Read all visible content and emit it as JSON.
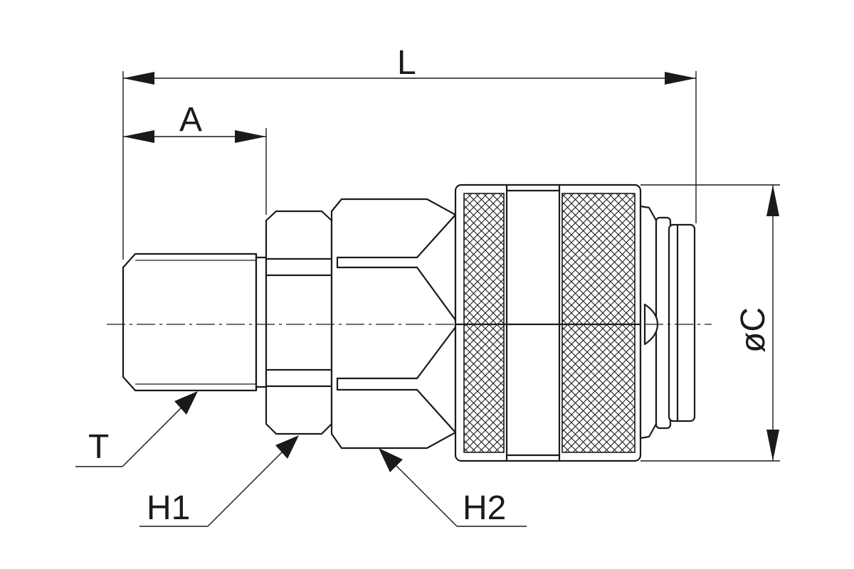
{
  "labels": {
    "overall_length": "L",
    "thread_length": "A",
    "diameter": "øC",
    "thread": "T",
    "hex1": "H1",
    "hex2": "H2"
  }
}
